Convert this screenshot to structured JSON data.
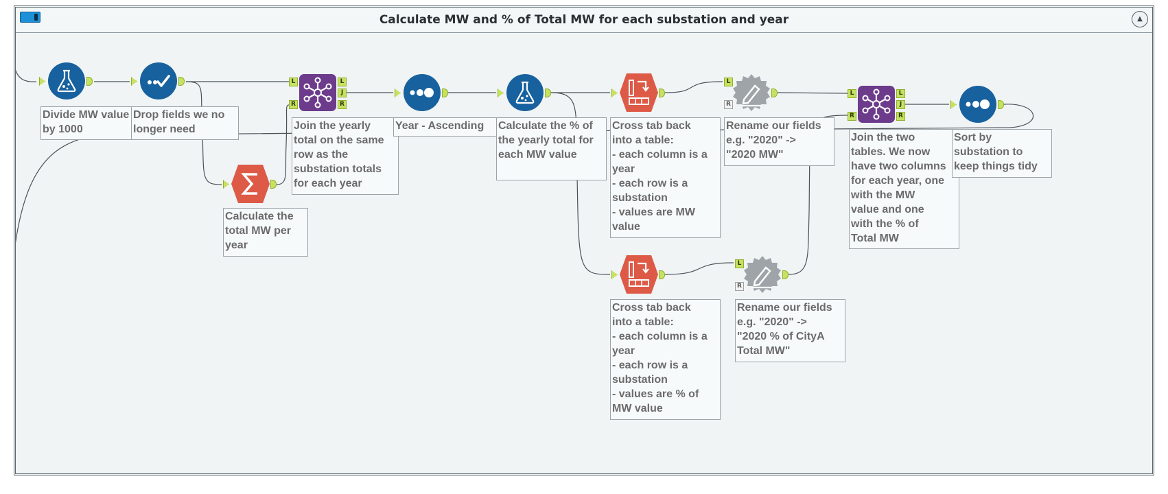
{
  "container": {
    "title": "Calculate MW and % of Total MW for each substation and year"
  },
  "icons": {
    "formula": "flask-icon",
    "select": "checkmark-icon",
    "join": "join-icon",
    "sort": "dots-icon",
    "summarize": "sigma-icon",
    "crosstab": "crosstab-icon",
    "dynamic_rename": "rename-badge-icon",
    "collapse": "chevron-up-icon"
  },
  "colors": {
    "blue_tool": "#17619e",
    "purple_tool": "#6d3b8b",
    "red_tool": "#dd5a47",
    "grey_tool": "#9ea4a8",
    "anchor": "#c7e160",
    "background": "#f0f4f5"
  },
  "anchors": {
    "left": "L",
    "join": "J",
    "right": "R"
  },
  "annotations": {
    "formula1": "Divide MW value\nby 1000",
    "select1": "Drop fields we no\nlonger need",
    "summarize": "Calculate the\ntotal MW per\nyear",
    "join1": "Join the yearly\ntotal on the same\nrow as the\nsubstation totals\nfor each year",
    "sort1": "Year - Ascending",
    "formula2": "Calculate the % of\nthe yearly total for\neach MW value",
    "crosstab1": "Cross tab back\ninto a table:\n- each column is a\nyear\n- each row is a\nsubstation\n- values are MW\nvalue",
    "rename1": "Rename our fields\ne.g. \"2020\" ->\n\"2020 MW\"",
    "crosstab2": "Cross tab back\ninto a table:\n- each column is a\nyear\n- each row is a\nsubstation\n- values are % of\nMW value",
    "rename2": "Rename our fields\ne.g. \"2020\" ->\n\"2020 % of CityA\nTotal MW\"",
    "join2": "Join the two\ntables. We now\nhave two columns\nfor each year, one\nwith the MW\nvalue and one\nwith the % of\nTotal MW",
    "sort2": "Sort by\nsubstation to\nkeep things tidy"
  }
}
